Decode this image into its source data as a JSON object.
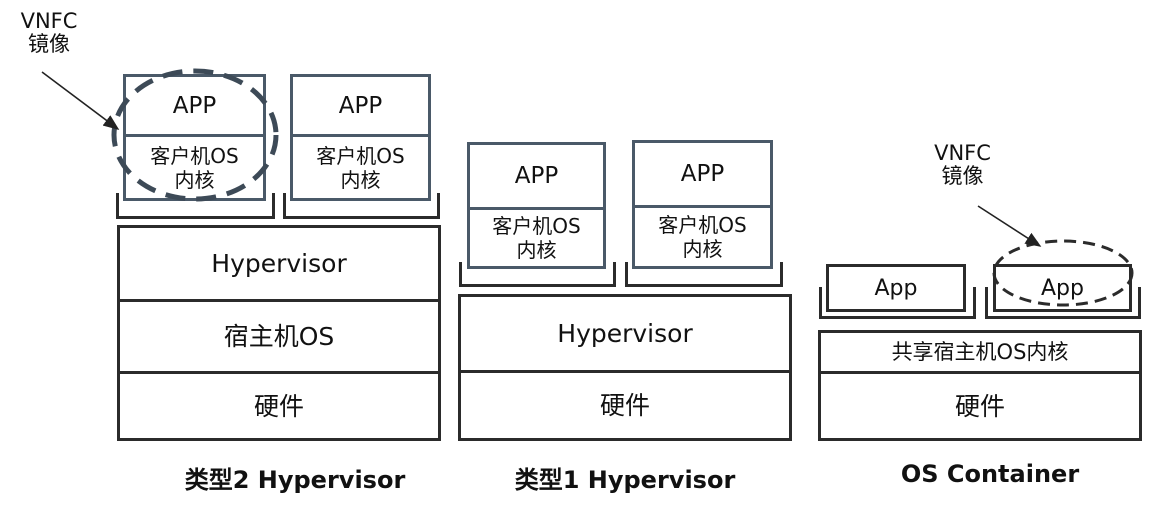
{
  "annotations": {
    "vnfc_image_1": [
      "VNFC",
      "镜像"
    ],
    "vnfc_image_2": [
      "VNFC",
      "镜像"
    ]
  },
  "type2": {
    "caption": "类型2 Hypervisor",
    "vms": [
      {
        "app": "APP",
        "guest_os": [
          "客户机OS",
          "内核"
        ]
      },
      {
        "app": "APP",
        "guest_os": [
          "客户机OS",
          "内核"
        ]
      }
    ],
    "layers": [
      "Hypervisor",
      "宿主机OS",
      "硬件"
    ]
  },
  "type1": {
    "caption": "类型1 Hypervisor",
    "vms": [
      {
        "app": "APP",
        "guest_os": [
          "客户机OS",
          "内核"
        ]
      },
      {
        "app": "APP",
        "guest_os": [
          "客户机OS",
          "内核"
        ]
      }
    ],
    "layers": [
      "Hypervisor",
      "硬件"
    ]
  },
  "container": {
    "caption": "OS Container",
    "apps": [
      "App",
      "App"
    ],
    "layers": [
      "共享宿主机OS内核",
      "硬件"
    ]
  },
  "colors": {
    "line": "#2b2b2b",
    "vm_border": "#4a5968",
    "dashed": "#3d4a57"
  }
}
